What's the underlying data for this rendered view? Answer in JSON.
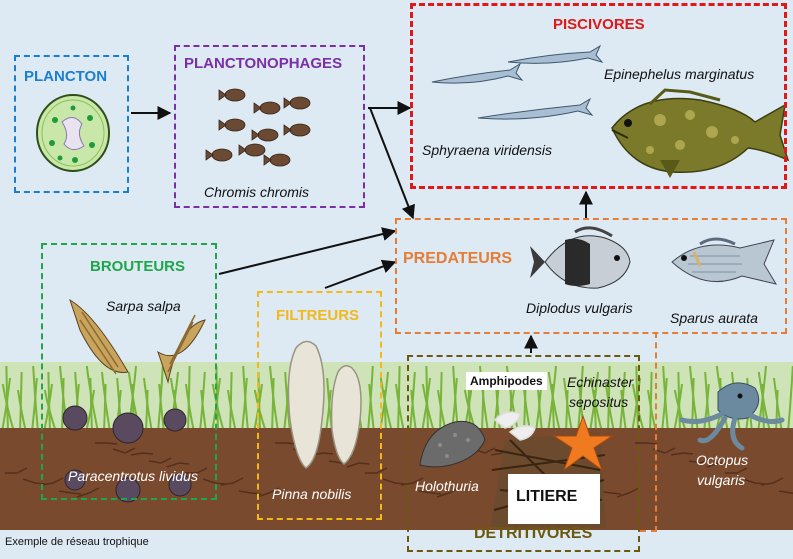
{
  "caption": "Exemple de réseau trophique",
  "colors": {
    "water": "#dde9f3",
    "plancton": "#1a7fd0",
    "planctonophages": "#7b2fa6",
    "piscivores": "#e01818",
    "predateurs": "#e57d36",
    "brouteurs": "#1fa64a",
    "filtreurs": "#f2b81c",
    "detritivores": "#6b5a0e",
    "seagrass": "#7fb83a",
    "sediment": "#7a4a2e"
  },
  "boxes": {
    "plancton": {
      "title": "PLANCTON"
    },
    "planctonophages": {
      "title": "PLANCTONOPHAGES",
      "species": [
        "Chromis chromis"
      ]
    },
    "piscivores": {
      "title": "PISCIVORES",
      "species": [
        "Epinephelus marginatus",
        "Sphyraena viridensis"
      ]
    },
    "predateurs": {
      "title": "PREDATEURS",
      "species": [
        "Diplodus vulgaris",
        "Sparus aurata"
      ]
    },
    "brouteurs": {
      "title": "BROUTEURS",
      "species": [
        "Sarpa salpa",
        "Paracentrotus lividus"
      ]
    },
    "filtreurs": {
      "title": "FILTREURS",
      "species": [
        "Pinna nobilis"
      ]
    },
    "detritivores": {
      "title": "DETRITIVORES",
      "species": [
        "Amphipodes",
        "Echinaster",
        "sepositus",
        "Holothuria",
        "LITIERE"
      ]
    },
    "octopus": {
      "species": [
        "Octopus",
        "vulgaris"
      ]
    }
  },
  "arrows": [
    {
      "from": "plancton",
      "to": "planctonophages"
    },
    {
      "from": "planctonophages",
      "to": "piscivores"
    },
    {
      "from": "planctonophages",
      "to": "predateurs"
    },
    {
      "from": "brouteurs",
      "to": "predateurs"
    },
    {
      "from": "filtreurs",
      "to": "predateurs"
    },
    {
      "from": "predateurs",
      "to": "piscivores"
    },
    {
      "from": "detritivores",
      "to": "predateurs"
    }
  ]
}
